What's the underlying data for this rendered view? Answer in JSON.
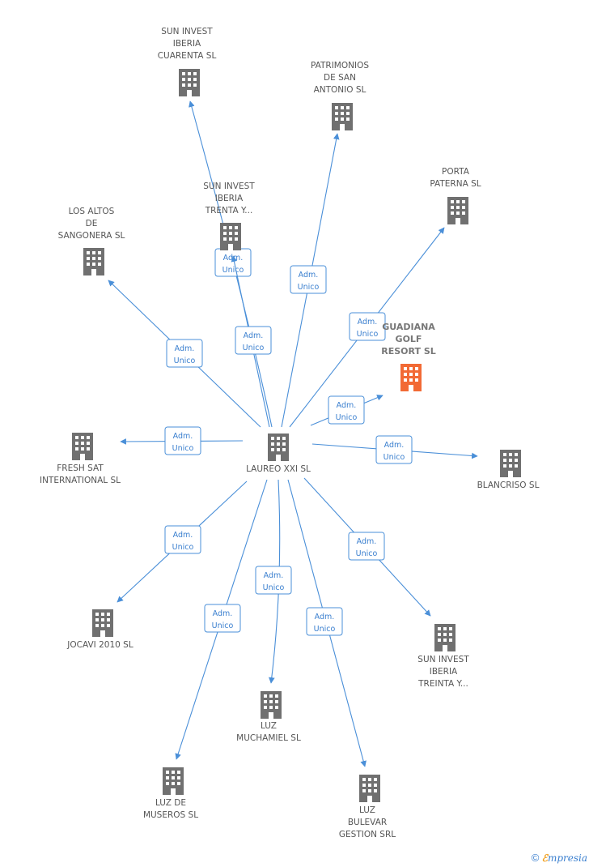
{
  "center": {
    "id": "laureo",
    "label": [
      "LAUREO XXI SL"
    ]
  },
  "nodes": [
    {
      "id": "sun40",
      "label": [
        "SUN INVEST",
        "IBERIA",
        "CUARENTA SL"
      ]
    },
    {
      "id": "patri",
      "label": [
        "PATRIMONIOS",
        "DE SAN",
        "ANTONIO SL"
      ]
    },
    {
      "id": "porta",
      "label": [
        "PORTA",
        "PATERNA SL"
      ]
    },
    {
      "id": "sun3a",
      "label": [
        "SUN INVEST",
        "IBERIA",
        "TRENTA Y..."
      ]
    },
    {
      "id": "altos",
      "label": [
        "LOS ALTOS",
        "DE",
        "SANGONERA SL"
      ]
    },
    {
      "id": "guadiana",
      "label": [
        "GUADIANA",
        "GOLF",
        "RESORT SL"
      ],
      "highlight": true
    },
    {
      "id": "fresh",
      "label": [
        "FRESH SAT",
        "INTERNATIONAL SL"
      ]
    },
    {
      "id": "blancriso",
      "label": [
        "BLANCRISO SL"
      ]
    },
    {
      "id": "jocavi",
      "label": [
        "JOCAVI 2010 SL"
      ]
    },
    {
      "id": "sun3b",
      "label": [
        "SUN INVEST",
        "IBERIA",
        "TREINTA Y..."
      ]
    },
    {
      "id": "muchamiel",
      "label": [
        "LUZ",
        "MUCHAMIEL SL"
      ]
    },
    {
      "id": "museros",
      "label": [
        "LUZ DE",
        "MUSEROS SL"
      ]
    },
    {
      "id": "bulevar",
      "label": [
        "LUZ",
        "BULEVAR",
        "GESTION SRL"
      ]
    }
  ],
  "edges": [
    {
      "to": "sun40",
      "label": [
        "Adm.",
        "Unico"
      ]
    },
    {
      "to": "sun3a",
      "label": [
        "Adm.",
        "Unico"
      ]
    },
    {
      "to": "patri",
      "label": [
        "Adm.",
        "Unico"
      ]
    },
    {
      "to": "porta",
      "label": [
        "Adm.",
        "Unico"
      ]
    },
    {
      "to": "altos",
      "label": [
        "Adm.",
        "Unico"
      ]
    },
    {
      "to": "guadiana",
      "label": [
        "Adm.",
        "Unico"
      ]
    },
    {
      "to": "fresh",
      "label": [
        "Adm.",
        "Unico"
      ]
    },
    {
      "to": "blancriso",
      "label": [
        "Adm.",
        "Unico"
      ]
    },
    {
      "to": "jocavi",
      "label": [
        "Adm.",
        "Unico"
      ]
    },
    {
      "to": "sun3b",
      "label": [
        "Adm.",
        "Unico"
      ]
    },
    {
      "to": "muchamiel",
      "label": [
        "Adm.",
        "Unico"
      ]
    },
    {
      "to": "museros",
      "label": [
        "Adm.",
        "Unico"
      ]
    },
    {
      "to": "bulevar",
      "label": [
        "Adm.",
        "Unico"
      ]
    }
  ],
  "colors": {
    "edge": "#4a8fd8",
    "building": "#707070",
    "highlight": "#f26a35"
  },
  "footer": {
    "copyright": "©",
    "brand_first": "ℰ",
    "brand_rest": "mpresia"
  }
}
